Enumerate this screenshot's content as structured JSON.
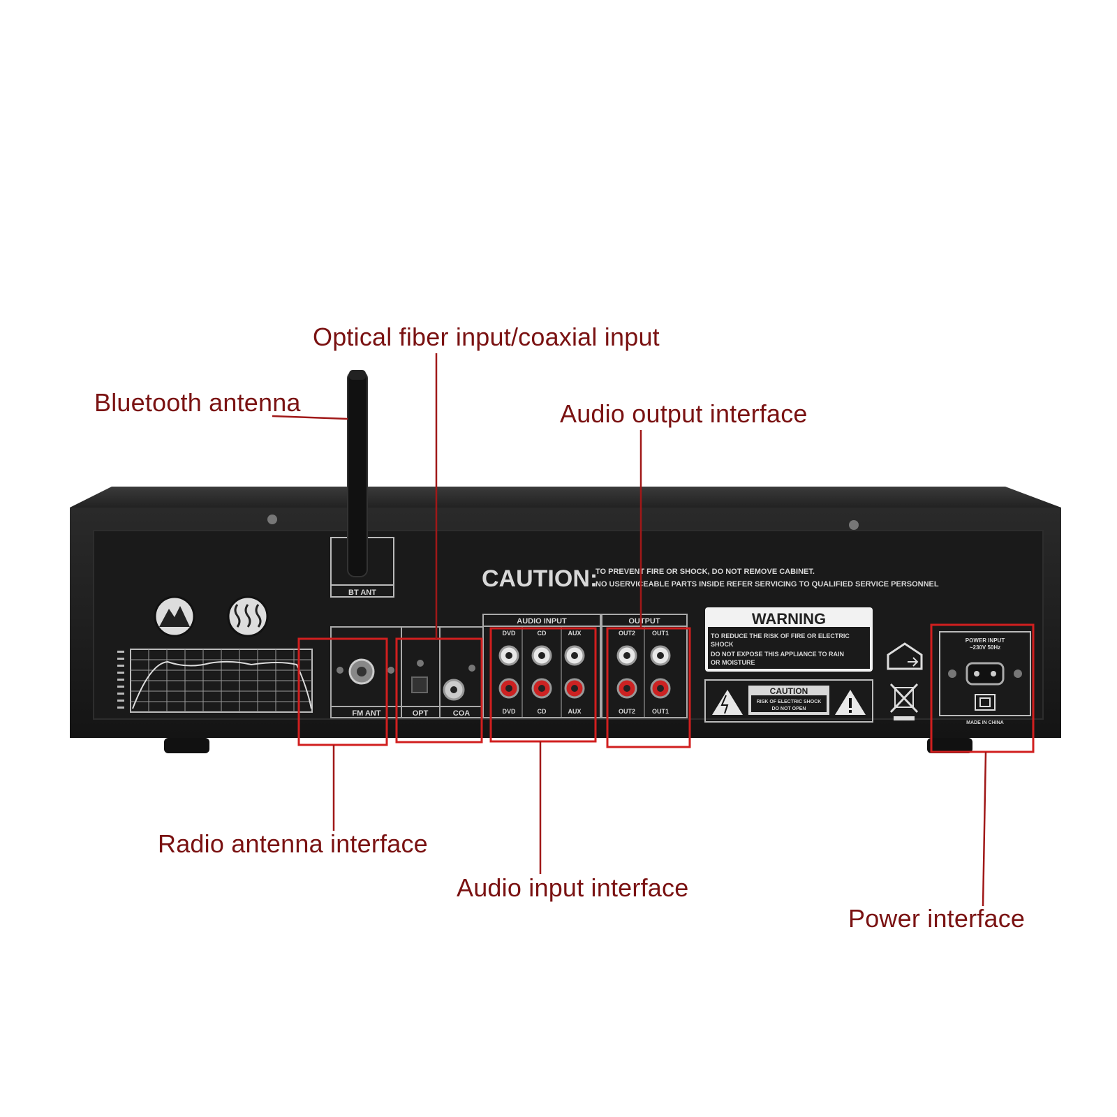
{
  "callouts": {
    "optical": "Optical fiber input/coaxial input",
    "bluetooth": "Bluetooth antenna",
    "audio_output": "Audio output interface",
    "radio": "Radio antenna interface",
    "audio_input": "Audio input interface",
    "power": "Power interface"
  },
  "panel": {
    "bt_ant": "BT ANT",
    "caution_title": "CAUTION:",
    "caution_line1": "TO PREVENT FIRE OR SHOCK, DO NOT REMOVE CABINET.",
    "caution_line2": "NO USERVICEABLE PARTS INSIDE REFER SERVICING TO QUALIFIED SERVICE PERSONNEL",
    "audio_input_header": "AUDIO INPUT",
    "output_header": "OUTPUT",
    "in_top": [
      "DVD",
      "CD",
      "AUX"
    ],
    "in_bottom": [
      "DVD",
      "CD",
      "AUX"
    ],
    "out_top": [
      "OUT2",
      "OUT1"
    ],
    "out_bottom": [
      "OUT2",
      "OUT1"
    ],
    "fm_ant": "FM ANT",
    "opt": "OPT",
    "coa": "COA",
    "warning_title": "WARNING",
    "warning_line1": "TO REDUCE THE RISK OF FIRE OR ELECTRIC",
    "warning_line2": "SHOCK",
    "warning_line3": "DO NOT EXPOSE THIS APPLIANCE TO RAIN",
    "warning_line4": "OR MOISTURE",
    "caution_box_title": "CAUTION",
    "caution_box_line1": "RISK OF ELECTRIC SHOCK",
    "caution_box_line2": "DO NOT OPEN",
    "power_input": "POWER INPUT",
    "power_voltage": "~230V 50Hz",
    "made_in": "MADE IN CHINA"
  },
  "colors": {
    "callout_text": "#7a1212",
    "leader_line": "#a01818",
    "highlight_box": "#d11f1f",
    "chassis": "#1b1b1b"
  },
  "icons": [
    "mountain-logo-icon",
    "heat-logo-icon",
    "house-icon",
    "weee-bin-icon",
    "lightning-triangle-icon",
    "exclamation-triangle-icon"
  ]
}
